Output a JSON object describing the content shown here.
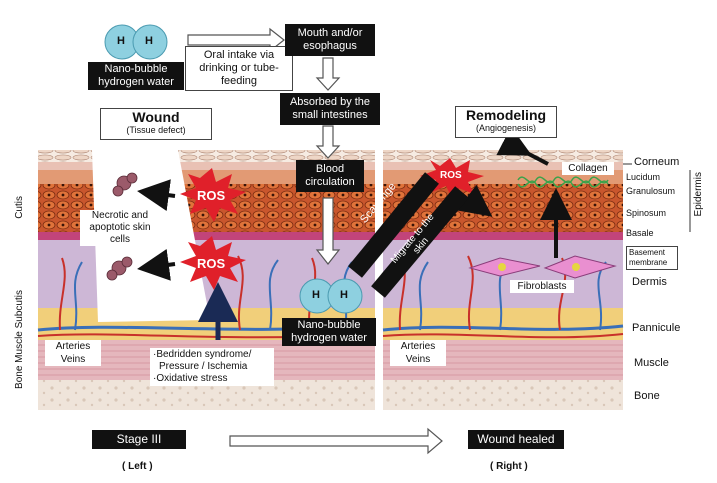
{
  "top": {
    "h_label": "H",
    "nano_label": "Nano-bubble\nhydrogen water",
    "oral_intake": "Oral intake via drinking or tube-feeding",
    "mouth": "Mouth  and/or esophagus",
    "absorbed": "Absorbed by the small intestines",
    "blood": "Blood circulation"
  },
  "left": {
    "wound_title": "Wound",
    "wound_sub": "(Tissue defect)",
    "ros": "ROS",
    "necrotic": "Necrotic and apoptotic skin cells",
    "arteries_veins": "Arteries\nVeins",
    "causes": [
      "·Bedridden syndrome/",
      "Pressure / Ischemia",
      "·Oxidative stress"
    ],
    "stage": "Stage III",
    "side": "( Left )",
    "side_axis_top": "Cutis",
    "side_axis_bottom": "Bone Muscle Subcutis"
  },
  "right": {
    "remodel_title": "Remodeling",
    "remodel_sub": "(Angiogenesis)",
    "ros": "ROS",
    "scavenge": "Scavenge",
    "migrate": "Migrate to the skin",
    "collagen": "Collagen",
    "fibroblasts": "Fibroblasts",
    "arteries_veins": "Arteries\nVeins",
    "healed": "Wound healed",
    "side": "( Right )"
  },
  "layers": {
    "corneum": "Corneum",
    "lucidum": "Lucidum",
    "granulosum": "Granulosum",
    "spinosum": "Spinosum",
    "basale": "Basale",
    "basement": "Basement membrane",
    "dermis": "Dermis",
    "panniculus": "Pannicule",
    "muscle": "Muscle",
    "bone": "Bone",
    "epidermis": "Epidermis"
  },
  "middle": {
    "nano_label": "Nano-bubble\nhydrogen water"
  },
  "colors": {
    "ros": "#e0202a",
    "corneum": "#f3dfd0",
    "granular": "#d46a38",
    "spinosum": "#c94e2a",
    "dermis": "#cdb7d6",
    "panniculus": "#f1cf7a",
    "muscle": "#e5b7bd",
    "bone": "#efe4da",
    "bubble": "#8ed0e0",
    "vessel_red": "#c8302a",
    "vessel_blue": "#3a6fb8"
  }
}
